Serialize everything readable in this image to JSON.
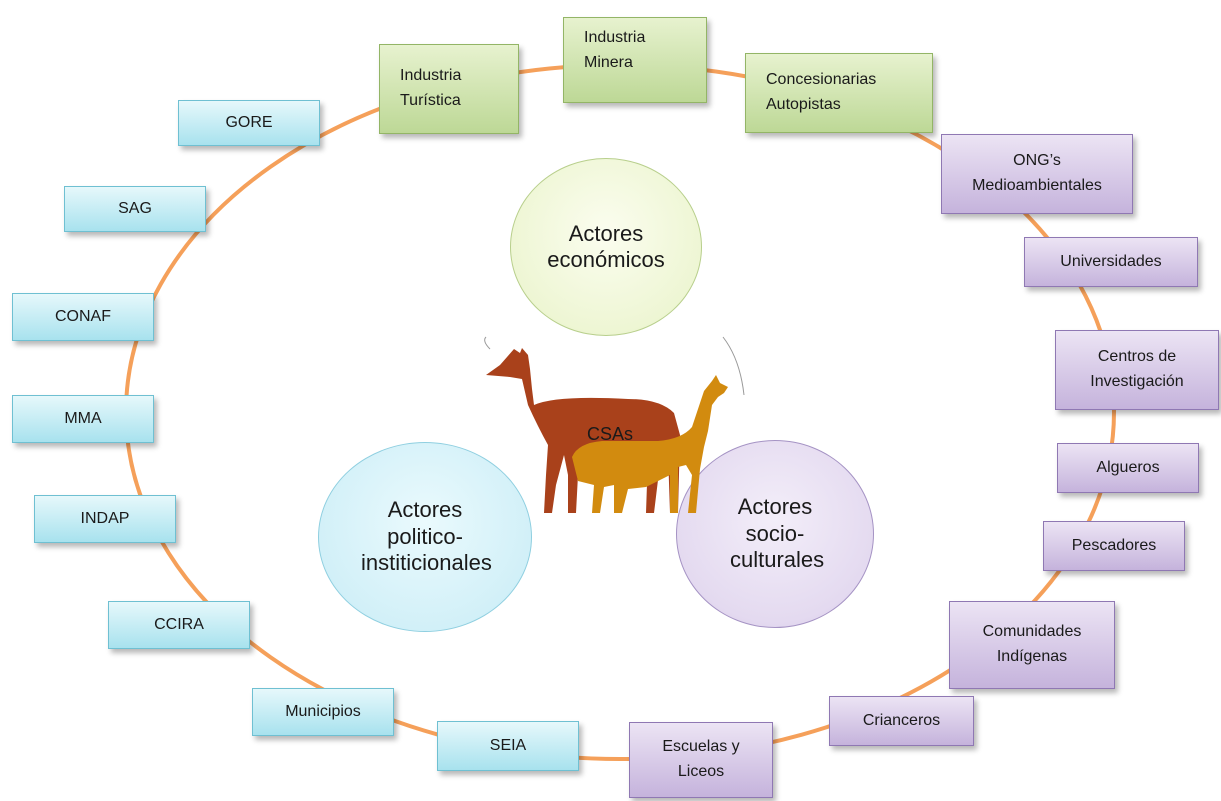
{
  "center": {
    "label": "CSAs"
  },
  "groups": {
    "economic": "Actores económicos",
    "political": "Actores politico-institicionales",
    "sociocultural": "Actores socio-culturales"
  },
  "actors": {
    "gore": "GORE",
    "sag": "SAG",
    "conaf": "CONAF",
    "mma": "MMA",
    "indap": "INDAP",
    "ccira": "CCIRA",
    "municipios": "Municipios",
    "seia": "SEIA",
    "industria_turistica": [
      "Industria",
      "Turística"
    ],
    "industria_minera": [
      "Industria",
      "Minera"
    ],
    "concesionarias": [
      "Concesionarias",
      "Autopistas"
    ],
    "ongs": [
      "ONG’s",
      "Medioambientales"
    ],
    "universidades": "Universidades",
    "centros": [
      "Centros de",
      "Investigación"
    ],
    "algueros": "Algueros",
    "pescadores": "Pescadores",
    "comunidades": [
      "Comunidades",
      "Indígenas"
    ],
    "crianceros": "Crianceros",
    "escuelas": [
      "Escuelas y",
      "Liceos"
    ]
  },
  "colors": {
    "ring": "#f5a05a",
    "guanaco": "#a9411b",
    "vicuna": "#d28b0f"
  }
}
